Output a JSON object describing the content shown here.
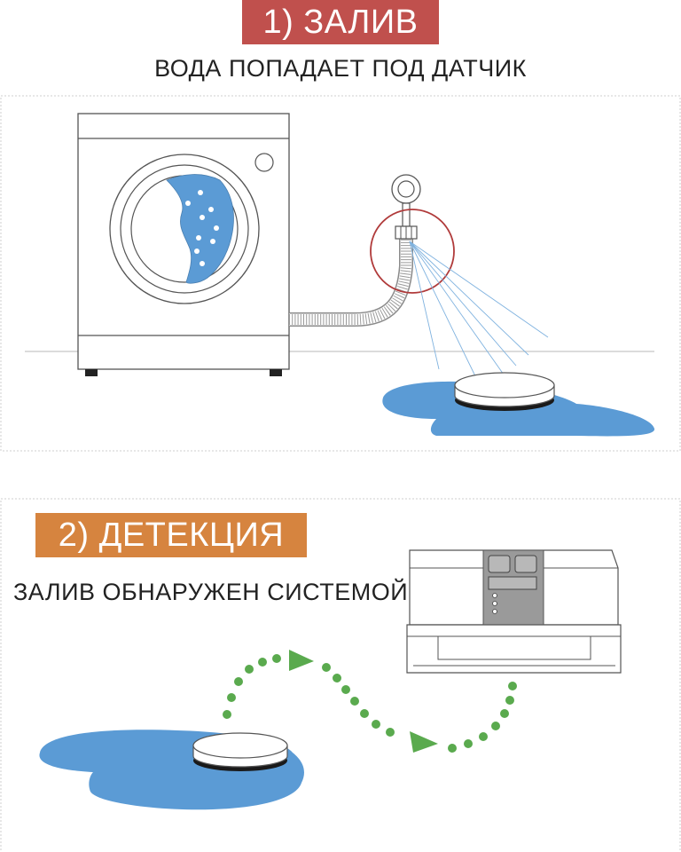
{
  "step1": {
    "badge": "1) ЗАЛИВ",
    "subtitle": "ВОДА ПОПАДАЕТ ПОД ДАТЧИК"
  },
  "step2": {
    "badge": "2) ДЕТЕКЦИЯ",
    "subtitle": "ЗАЛИВ ОБНАРУЖЕН СИСТЕМОЙ"
  },
  "colors": {
    "badge1": "#c0504d",
    "badge2": "#d6843f",
    "water": "#5b9bd5",
    "path": "#5aaa4e",
    "highlight": "#b03a3a"
  },
  "icons": [
    "washing-machine-icon",
    "water-sensor-icon",
    "control-unit-icon",
    "path-arrow-icon"
  ]
}
